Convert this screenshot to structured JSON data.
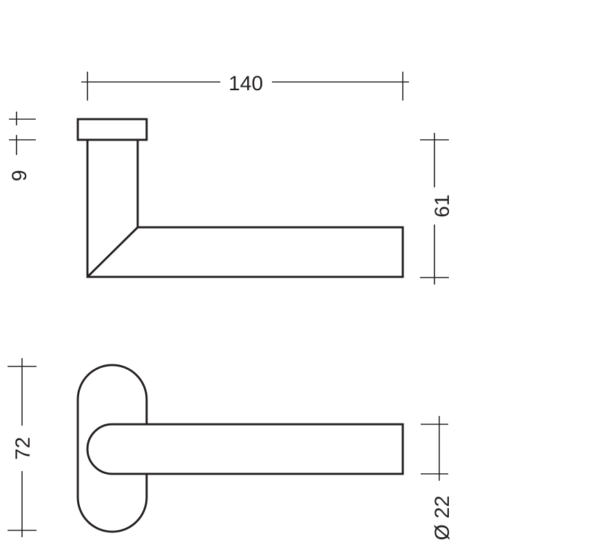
{
  "dimensions": {
    "length": "140",
    "rose_thickness": "9",
    "height": "61",
    "rose_height": "72",
    "diameter": "Ø 22"
  },
  "colors": {
    "line": "#231f20",
    "background": "#ffffff"
  }
}
